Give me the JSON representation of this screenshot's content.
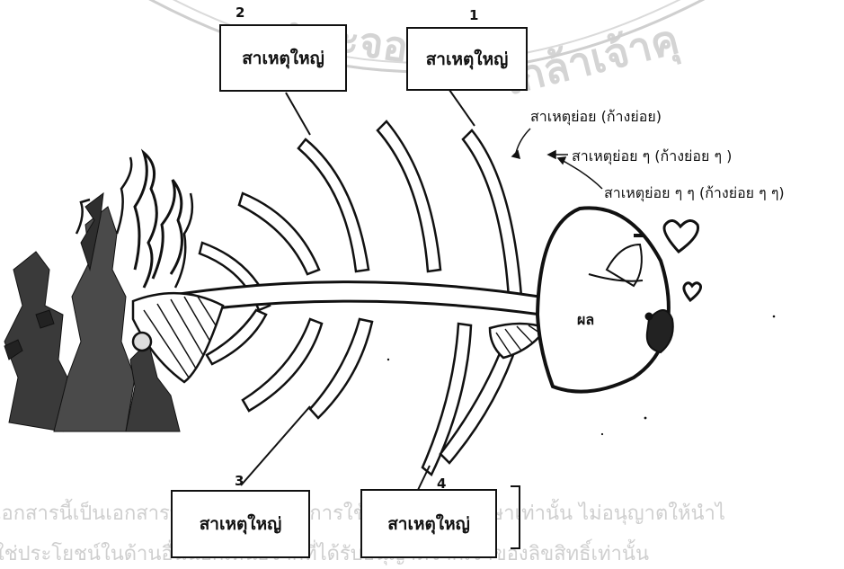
{
  "causes": {
    "c1": {
      "number": "1",
      "label": "สาเหตุใหญ่"
    },
    "c2": {
      "number": "2",
      "label": "สาเหตุใหญ่"
    },
    "c3": {
      "number": "3",
      "label": "สาเหตุใหญ่"
    },
    "c4": {
      "number": "4",
      "label": "สาเหตุใหญ่"
    }
  },
  "annotations": {
    "sub_cause": "สาเหตุย่อย (ก้างย่อย)",
    "sub_sub_cause": "สาเหตุย่อย ๆ (ก้างย่อย ๆ )",
    "sub_sub_sub_cause": "สาเหตุย่อย ๆ ๆ (ก้างย่อย ๆ ๆ)"
  },
  "effect": {
    "label": "ผล"
  },
  "watermark": {
    "arc_text_1": "พระจอม",
    "arc_text_2": "เกล้าเจ้าคุ",
    "line_1": "เอกสารนี้เป็นเอกสารที่สงวนไว้สำหรับการใช้งานเพื่อการศึกษาเท่านั้น ไม่อนุญาตให้นำไ",
    "line_2": "ใช่ประโยชน์ในด้านอื่นนอกเหนือจากที่ได้รับอนุญาตจากเจ้าของลิขสิทธิ์เท่านั้น"
  }
}
